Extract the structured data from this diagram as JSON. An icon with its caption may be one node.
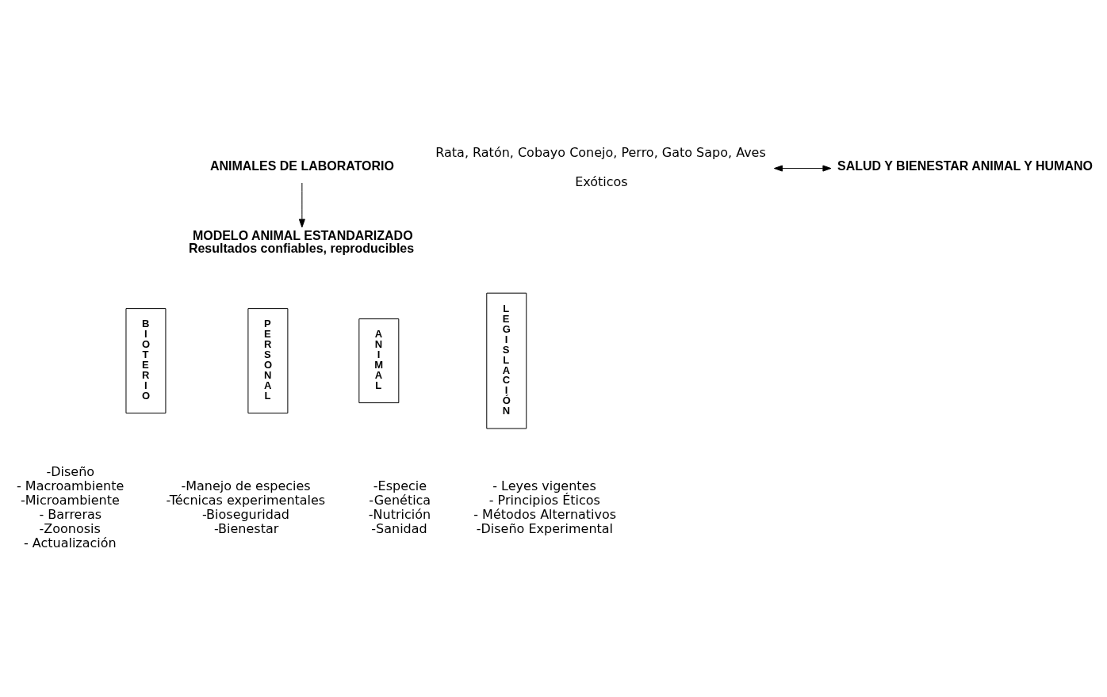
{
  "diagram": {
    "nodes": [
      {
        "text": [
          "ANIMALES DE LABORATORIO"
        ]
      },
      {
        "text": [
          "MODELO ANIMAL ESTANDARIZADO",
          "Resultados confiables, reproducibles"
        ]
      },
      {
        "text": [
          "Rata, Ratón, Cobayo Conejo, Perro, Gato Sapo, Aves",
          "Exóticos"
        ]
      },
      {
        "text": [
          "SALUD Y BIENESTAR ANIMAL Y HUMANO"
        ]
      },
      {
        "text": [
          "B I O T E R I O"
        ],
        "beside": [
          "-Diseño",
          "- Macroambiente",
          "-Microambiente",
          "- Barreras",
          "-Zoonosis",
          "- Actualización"
        ]
      },
      {
        "text": [
          "P E R S O N A L"
        ],
        "beside": [
          "-Manejo de especies",
          "-Técnicas experimentales",
          "-Bioseguridad",
          "-Bienestar"
        ]
      },
      {
        "text": [
          "A N I M A L"
        ],
        "beside": [
          "-Especie",
          "-Genética",
          "-Nutrición",
          "-Sanidad"
        ]
      },
      {
        "text": [
          "L E G I S L A C I Ó N"
        ],
        "beside": [
          "- Leyes vigentes",
          "- Principios Éticos",
          "- Métodos Alternativos",
          "-Diseño Experimental"
        ]
      }
    ],
    "edges": [
      {
        "from": 0,
        "to": 1,
        "arrow": "to"
      },
      {
        "from": 2,
        "to": 3,
        "arrow": "both"
      }
    ]
  }
}
